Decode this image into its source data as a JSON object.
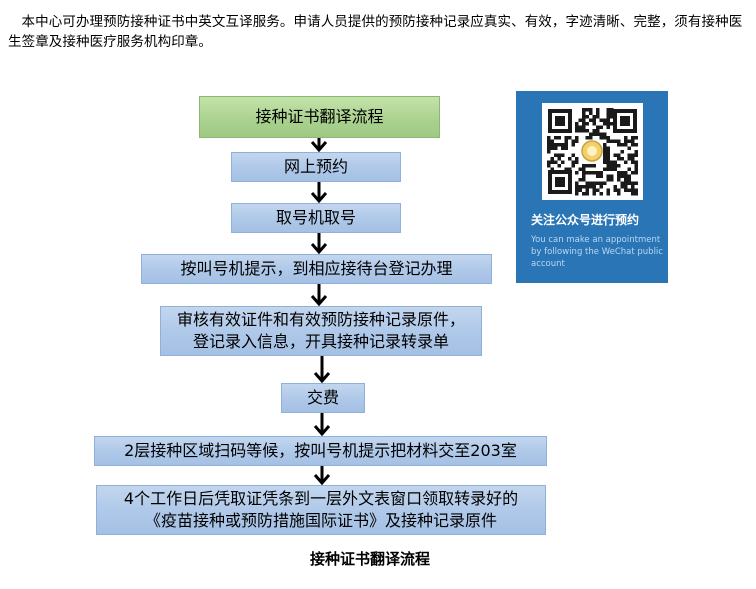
{
  "intro_text": "本中心可办理预防接种证书中英文互译服务。申请人员提供的预防接种记录应真实、有效，字迹清晰、完整，须有接种医生签章及接种医疗服务机构印章。",
  "flow": {
    "header": "接种证书翻译流程",
    "steps": [
      {
        "lines": [
          "网上预约"
        ]
      },
      {
        "lines": [
          "取号机取号"
        ]
      },
      {
        "lines": [
          "按叫号机提示，到相应接待台登记办理"
        ]
      },
      {
        "lines": [
          "审核有效证件和有效预防接种记录原件，",
          "登记录入信息，开具接种记录转录单"
        ]
      },
      {
        "lines": [
          "交费"
        ]
      },
      {
        "lines": [
          "2层接种区域扫码等候，按叫号机提示把材料交至203室"
        ]
      },
      {
        "lines": [
          "4个工作日后凭取证凭条到一层外文表窗口领取转录好的",
          "《疫苗接种或预防措施国际证书》及接种记录原件"
        ]
      }
    ]
  },
  "qr_panel": {
    "cn_text": "关注公众号进行预约",
    "en_text": "You can make an appointment by following the WeChat public account",
    "icon": "qr-code-icon",
    "bg_color": "#2a75b6"
  },
  "caption": "接种证书翻译流程",
  "colors": {
    "step_fill": "#aec8e9",
    "header_fill": "#a9d18e",
    "arrow": "#000000"
  }
}
